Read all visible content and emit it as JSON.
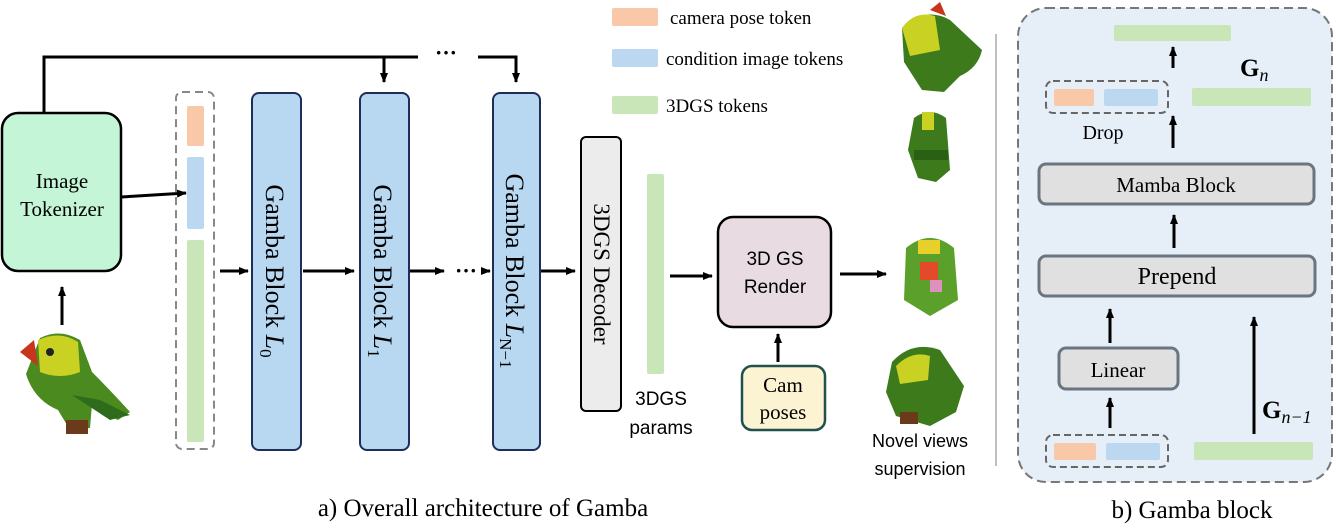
{
  "legend": [
    {
      "label": "camera pose token",
      "color": "#f8c8a8"
    },
    {
      "label": "condition image tokens",
      "color": "#bcd8f0"
    },
    {
      "label": "3DGS tokens",
      "color": "#c8e6b8"
    }
  ],
  "overall": {
    "image_tokenizer": [
      "Image",
      "Tokenizer"
    ],
    "blocks": [
      {
        "label": "Gamba Block ",
        "sub": "0"
      },
      {
        "label": "Gamba Block ",
        "sub": "1"
      },
      {
        "label": "Gamba Block ",
        "sub": "N−1"
      }
    ],
    "block_var": "L",
    "ellipsis": "···",
    "decoder": "3DGS Decoder",
    "params": [
      "3DGS",
      "params"
    ],
    "render": [
      "3D GS",
      "Render"
    ],
    "cam": [
      "Cam",
      "poses"
    ],
    "novel": [
      "Novel views",
      "supervision"
    ],
    "caption": "a) Overall architecture of Gamba"
  },
  "gamba_block": {
    "g_var": "G",
    "g_n_sub": "n",
    "g_prev_sub": "n−1",
    "drop": "Drop",
    "mamba": "Mamba Block",
    "prepend": "Prepend",
    "linear": "Linear",
    "caption": "b) Gamba block"
  },
  "colors": {
    "tokenizer_fill": "#c4f5d6",
    "block_fill": "#b8d8f2",
    "block_stroke": "#1f2d5a",
    "decoder_fill": "#ececec",
    "render_fill": "#e8dce2",
    "cam_fill": "#fcf3d2",
    "cam_stroke": "#21514f",
    "panel_fill": "#e6eff8",
    "inner_box_fill": "#e0e0e0"
  }
}
